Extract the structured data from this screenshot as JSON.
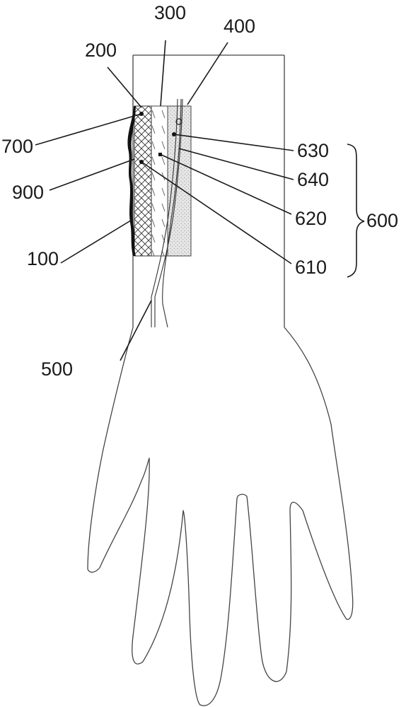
{
  "labels": {
    "l100": "100",
    "l200": "200",
    "l300": "300",
    "l400": "400",
    "l500": "500",
    "l600": "600",
    "l610": "610",
    "l620": "620",
    "l630": "630",
    "l640": "640",
    "l700": "700",
    "l900": "900"
  },
  "colors": {
    "line": "#1a1a1a",
    "outline": "#444444",
    "layer_400_fill": "#e2e2e2",
    "layer_100": "#111111"
  }
}
